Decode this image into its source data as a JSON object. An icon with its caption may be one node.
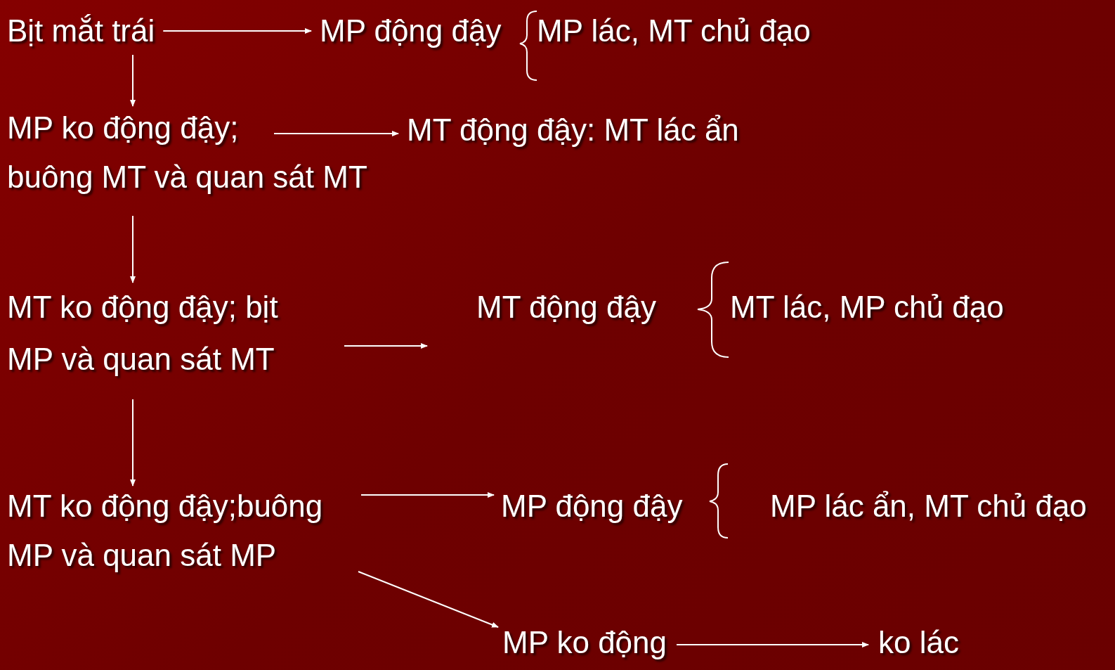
{
  "diagram": {
    "nodes": [
      {
        "text": [
          "Bịt mắt trái"
        ]
      },
      {
        "text": [
          "MP động đậy"
        ]
      },
      {
        "text": [
          "MP lác, MT chủ đạo"
        ]
      },
      {
        "text": [
          "MP ko động đậy;",
          "buông MT và quan sát MT"
        ]
      },
      {
        "text": [
          "MT động đậy: MT lác ẩn"
        ]
      },
      {
        "text": [
          "MT ko động đậy; bịt MP và quan sát MT"
        ]
      },
      {
        "text": [
          "MT động đậy"
        ]
      },
      {
        "text": [
          "MT lác, MP chủ đạo"
        ]
      },
      {
        "text": [
          "MT ko động đậy;buông MP và quan sát MP"
        ]
      },
      {
        "text": [
          "MP động đậy"
        ]
      },
      {
        "text": [
          "MP lác ẩn, MT chủ đạo"
        ]
      },
      {
        "text": [
          "MP ko động"
        ]
      },
      {
        "text": [
          "ko lác"
        ]
      }
    ],
    "edges": [
      {
        "from": 0,
        "to": 1,
        "arrow": "to"
      },
      {
        "from": 0,
        "to": 3,
        "arrow": "to"
      },
      {
        "from": 3,
        "to": 4,
        "arrow": "to"
      },
      {
        "from": 3,
        "to": 5,
        "arrow": "to"
      },
      {
        "from": 5,
        "to": 6,
        "arrow": "to"
      },
      {
        "from": 5,
        "to": 8,
        "arrow": "to"
      },
      {
        "from": 8,
        "to": 9,
        "arrow": "to"
      },
      {
        "from": 8,
        "to": 11,
        "arrow": "to"
      },
      {
        "from": 11,
        "to": 12,
        "arrow": "to"
      }
    ]
  }
}
